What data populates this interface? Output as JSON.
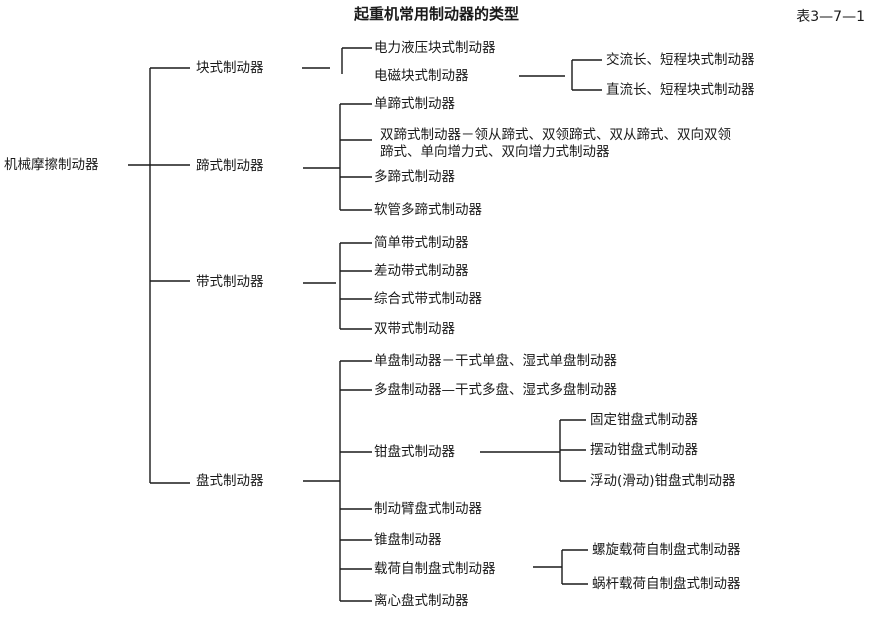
{
  "title": "起重机常用制动器的类型",
  "table_number": "表3—7—1",
  "root": "机械摩擦制动器",
  "categories": {
    "block": {
      "label": "块式制动器",
      "items": [
        "电力液压块式制动器",
        "电磁块式制动器"
      ],
      "sub": [
        "交流长、短程块式制动器",
        "直流长、短程块式制动器"
      ]
    },
    "shoe": {
      "label": "蹄式制动器",
      "items": [
        "单蹄式制动器",
        "双蹄式制动器－领从蹄式、双领蹄式、双从蹄式、双向双领",
        "蹄式、单向增力式、双向增力式制动器",
        "多蹄式制动器",
        "软管多蹄式制动器"
      ]
    },
    "band": {
      "label": "带式制动器",
      "items": [
        "简单带式制动器",
        "差动带式制动器",
        "综合式带式制动器",
        "双带式制动器"
      ]
    },
    "disc": {
      "label": "盘式制动器",
      "items": [
        "单盘制动器－干式单盘、湿式单盘制动器",
        "多盘制动器—干式多盘、湿式多盘制动器",
        "钳盘式制动器",
        "制动臂盘式制动器",
        "锥盘制动器",
        "载荷自制盘式制动器",
        "离心盘式制动器"
      ],
      "caliper_sub": [
        "固定钳盘式制动器",
        "摆动钳盘式制动器",
        "浮动(滑动)钳盘式制动器"
      ],
      "load_sub": [
        "螺旋载荷自制盘式制动器",
        "蜗杆载荷自制盘式制动器"
      ]
    }
  }
}
